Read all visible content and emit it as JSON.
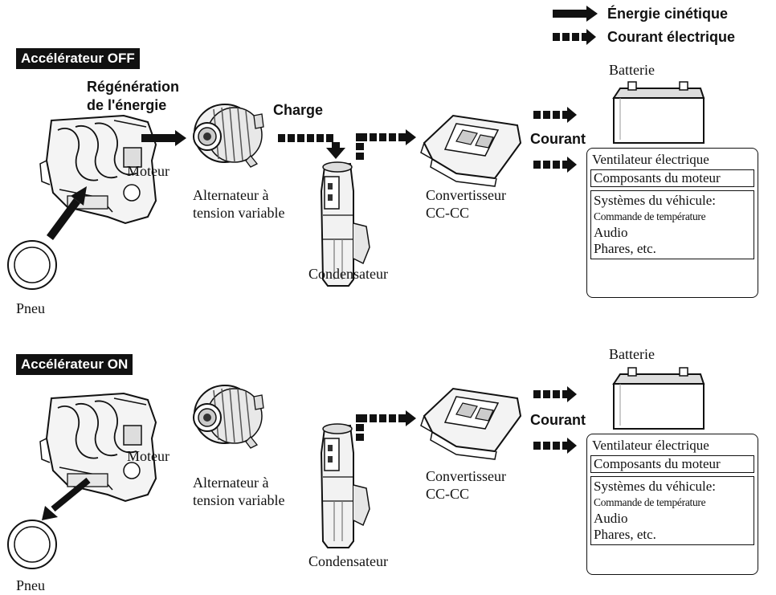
{
  "legend": {
    "kinetic": "Énergie cinétique",
    "electric": "Courant électrique"
  },
  "top": {
    "header": "Accélérateur OFF",
    "regen_line1": "Régénération",
    "regen_line2": "de l'énergie",
    "charge": "Charge",
    "engine": "Moteur",
    "alternator_line1": "Alternateur à",
    "alternator_line2": "tension variable",
    "capacitor": "Condensateur",
    "converter_line1": "Convertisseur",
    "converter_line2": "CC-CC",
    "current": "Courant",
    "battery": "Batterie",
    "tire": "Pneu",
    "loads": {
      "fan": "Ventilateur électrique",
      "engine_components": "Composants du moteur",
      "vehicle_systems": "Systèmes du véhicule:",
      "temp_control": "Commande de température",
      "audio": "Audio",
      "lights": "Phares, etc."
    }
  },
  "bottom": {
    "header": "Accélérateur ON",
    "engine": "Moteur",
    "alternator_line1": "Alternateur à",
    "alternator_line2": "tension variable",
    "capacitor": "Condensateur",
    "converter_line1": "Convertisseur",
    "converter_line2": "CC-CC",
    "current": "Courant",
    "battery": "Batterie",
    "tire": "Pneu",
    "loads": {
      "fan": "Ventilateur électrique",
      "engine_components": "Composants du moteur",
      "vehicle_systems": "Systèmes du véhicule:",
      "temp_control": "Commande de température",
      "audio": "Audio",
      "lights": "Phares, etc."
    }
  }
}
